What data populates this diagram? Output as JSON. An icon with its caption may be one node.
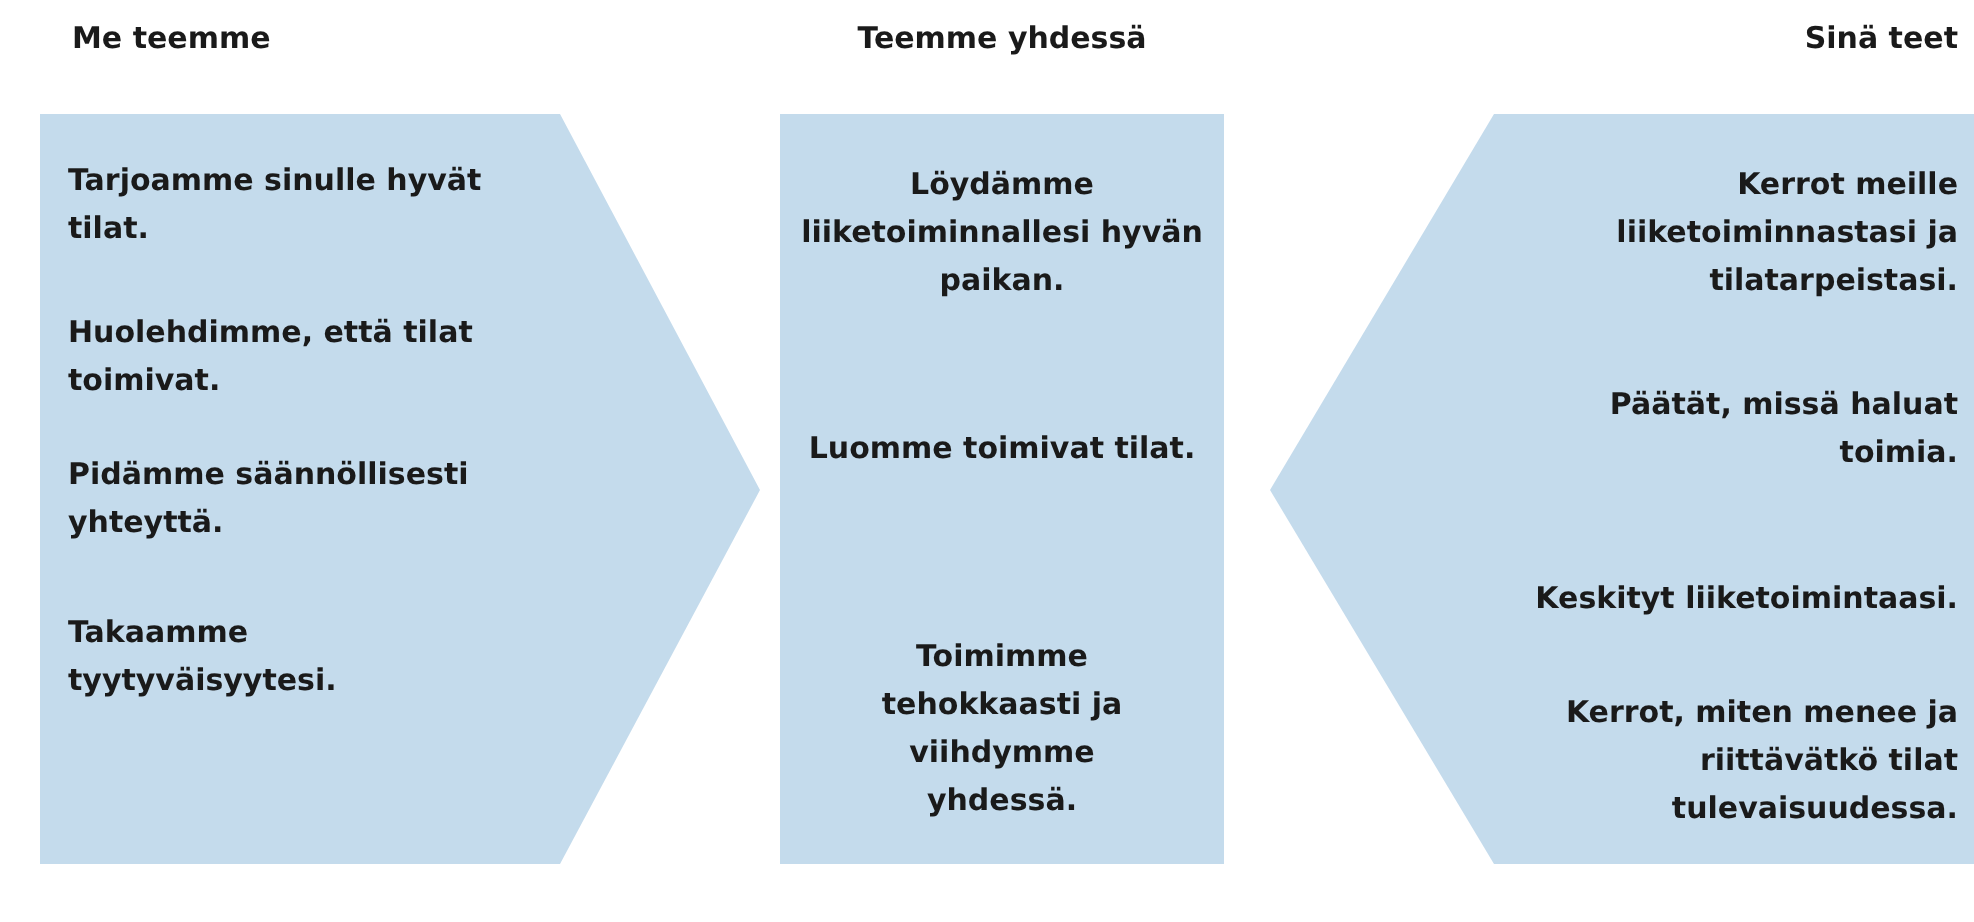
{
  "diagram": {
    "nodes": [
      {
        "text": [
          "Me teemme",
          "Tarjoamme sinulle hyvät tilat.",
          "Huolehdimme, että tilat toimivat.",
          "Pidämme säännöllisesti yhteyttä.",
          "Takaamme tyytyväisyytesi."
        ]
      },
      {
        "text": [
          "Teemme yhdessä",
          "Löydämme liiketoiminnallesi hyvän paikan.",
          "Luomme toimivat tilat.",
          "Toimimme tehokkaasti ja viihdymme yhdessä."
        ]
      },
      {
        "text": [
          "Sinä teet",
          "Kerrot meille liiketoiminnastasi ja tilatarpeistasi.",
          "Päätät, missä haluat toimia.",
          "Keskityt liiketoimintaasi.",
          "Kerrot, miten menee ja riittävätkö tilat tulevaisuudessa."
        ]
      }
    ],
    "edges": []
  }
}
